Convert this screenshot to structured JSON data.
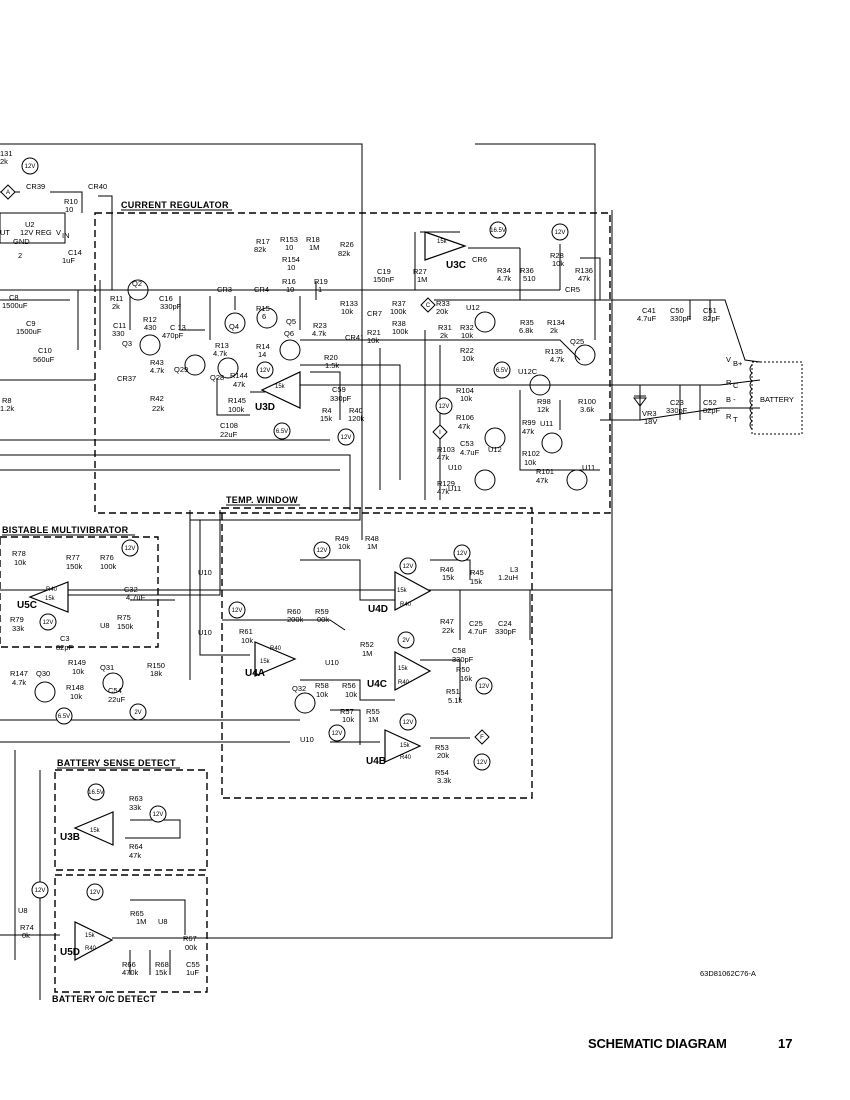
{
  "footer": {
    "title": "SCHEMATIC DIAGRAM",
    "page": "17"
  },
  "drawing_number": "63D81062C76-A",
  "blocks": {
    "current_regulator": "CURRENT REGULATOR",
    "temp_window": "TEMP. WINDOW",
    "bistable": "BISTABLE MULTIVIBRATOR",
    "battery_sense": "BATTERY SENSE DETECT",
    "battery_oc": "BATTERY O/C DETECT",
    "battery": "BATTERY"
  },
  "opamps": {
    "u3c": "U3C",
    "u3d": "U3D",
    "u4a": "U4A",
    "u4b": "U4B",
    "u4c": "U4C",
    "u4d": "U4D",
    "u5c": "U5C",
    "u5d": "U5D",
    "u3b": "U3B"
  },
  "labels": [
    {
      "id": "r131",
      "t": "131"
    },
    {
      "id": "r131v",
      "t": "2k"
    },
    {
      "id": "cr39",
      "t": "CR39"
    },
    {
      "id": "cr40",
      "t": "CR40"
    },
    {
      "id": "r10",
      "t": "R10"
    },
    {
      "id": "r10v",
      "t": "10"
    },
    {
      "id": "u2",
      "t": "U2"
    },
    {
      "id": "u2reg",
      "t": "12V REG"
    },
    {
      "id": "u2out",
      "t": "UT"
    },
    {
      "id": "u2vin",
      "t": "V"
    },
    {
      "id": "u2vin2",
      "t": "IN"
    },
    {
      "id": "u2gnd",
      "t": "GND"
    },
    {
      "id": "u2p2",
      "t": "2"
    },
    {
      "id": "c14",
      "t": "C14"
    },
    {
      "id": "c14v",
      "t": "1uF"
    },
    {
      "id": "q2",
      "t": "Q2"
    },
    {
      "id": "r11",
      "t": "R11"
    },
    {
      "id": "r11v",
      "t": "2k"
    },
    {
      "id": "c16",
      "t": "C16"
    },
    {
      "id": "c16v",
      "t": "330pF"
    },
    {
      "id": "c8",
      "t": "C8"
    },
    {
      "id": "c8v",
      "t": "1500uF"
    },
    {
      "id": "c9",
      "t": "C9"
    },
    {
      "id": "c9v",
      "t": "1500uF"
    },
    {
      "id": "c10",
      "t": "C10"
    },
    {
      "id": "c10v",
      "t": "560uF"
    },
    {
      "id": "r8",
      "t": "R8"
    },
    {
      "id": "r8v",
      "t": "1.2k"
    },
    {
      "id": "c11",
      "t": "C11"
    },
    {
      "id": "c11v",
      "t": "330"
    },
    {
      "id": "r12",
      "t": "R12"
    },
    {
      "id": "r12v",
      "t": "430"
    },
    {
      "id": "c13",
      "t": "C 13"
    },
    {
      "id": "c13v",
      "t": "470pF"
    },
    {
      "id": "q3",
      "t": "Q3"
    },
    {
      "id": "r43",
      "t": "R43"
    },
    {
      "id": "r43v",
      "t": "4.7k"
    },
    {
      "id": "cr37",
      "t": "CR37"
    },
    {
      "id": "q29",
      "t": "Q29"
    },
    {
      "id": "q28",
      "t": "Q28"
    },
    {
      "id": "r42",
      "t": "R42"
    },
    {
      "id": "r42v",
      "t": "22k"
    },
    {
      "id": "cr3",
      "t": "CR3"
    },
    {
      "id": "cr4",
      "t": "CR4"
    },
    {
      "id": "q4",
      "t": "Q4"
    },
    {
      "id": "r15",
      "t": "R15"
    },
    {
      "id": "r15v",
      "t": "6"
    },
    {
      "id": "q5",
      "t": "Q5"
    },
    {
      "id": "q6",
      "t": "Q6"
    },
    {
      "id": "r13",
      "t": "R13"
    },
    {
      "id": "r13v",
      "t": "4.7k"
    },
    {
      "id": "r14",
      "t": "R14"
    },
    {
      "id": "r14v",
      "t": "14"
    },
    {
      "id": "r144",
      "t": "R144"
    },
    {
      "id": "r144v",
      "t": "47k"
    },
    {
      "id": "r145",
      "t": "R145"
    },
    {
      "id": "r145v",
      "t": "100k"
    },
    {
      "id": "c108",
      "t": "C108"
    },
    {
      "id": "c108v",
      "t": "22uF"
    },
    {
      "id": "r17",
      "t": "R17"
    },
    {
      "id": "r17v",
      "t": "82k"
    },
    {
      "id": "r153",
      "t": "R153"
    },
    {
      "id": "r153v",
      "t": "10"
    },
    {
      "id": "r18",
      "t": "R18"
    },
    {
      "id": "r18v",
      "t": "1M"
    },
    {
      "id": "r154",
      "t": "R154"
    },
    {
      "id": "r154v",
      "t": "10"
    },
    {
      "id": "r16",
      "t": "R16"
    },
    {
      "id": "r16v",
      "t": "10"
    },
    {
      "id": "r19",
      "t": "R19"
    },
    {
      "id": "r19v",
      "t": "1"
    },
    {
      "id": "r26",
      "t": "R26"
    },
    {
      "id": "r26v",
      "t": "82k"
    },
    {
      "id": "c19",
      "t": "C19"
    },
    {
      "id": "c19v",
      "t": "150nF"
    },
    {
      "id": "r27",
      "t": "R27"
    },
    {
      "id": "r27v",
      "t": "1M"
    },
    {
      "id": "cr6",
      "t": "CR6"
    },
    {
      "id": "r23",
      "t": "R23"
    },
    {
      "id": "r23v",
      "t": "4.7k"
    },
    {
      "id": "r133",
      "t": "R133"
    },
    {
      "id": "r133v",
      "t": "10k"
    },
    {
      "id": "cr7",
      "t": "CR7"
    },
    {
      "id": "cr41",
      "t": "CR41"
    },
    {
      "id": "r21",
      "t": "R21"
    },
    {
      "id": "r21v",
      "t": "10k"
    },
    {
      "id": "r37",
      "t": "R37"
    },
    {
      "id": "r37v",
      "t": "100k"
    },
    {
      "id": "r38",
      "t": "R38"
    },
    {
      "id": "r38v",
      "t": "100k"
    },
    {
      "id": "r20",
      "t": "R20"
    },
    {
      "id": "r20v",
      "t": "1.5k"
    },
    {
      "id": "c59",
      "t": "C59"
    },
    {
      "id": "c59v",
      "t": "330pF"
    },
    {
      "id": "r4",
      "t": "R4"
    },
    {
      "id": "r4v",
      "t": "15k"
    },
    {
      "id": "r40",
      "t": "R40"
    },
    {
      "id": "r40v",
      "t": "120k"
    },
    {
      "id": "r33",
      "t": "R33"
    },
    {
      "id": "r33v",
      "t": "20k"
    },
    {
      "id": "r31",
      "t": "R31"
    },
    {
      "id": "r31v",
      "t": "2k"
    },
    {
      "id": "r32",
      "t": "R32"
    },
    {
      "id": "r32v",
      "t": "10k"
    },
    {
      "id": "r22",
      "t": "R22"
    },
    {
      "id": "r22v",
      "t": "10k"
    },
    {
      "id": "r34",
      "t": "R34"
    },
    {
      "id": "r34v",
      "t": "4.7k"
    },
    {
      "id": "r36",
      "t": "R36"
    },
    {
      "id": "r36v",
      "t": "510"
    },
    {
      "id": "r28",
      "t": "R28"
    },
    {
      "id": "r28v",
      "t": "10k"
    },
    {
      "id": "r136",
      "t": "R136"
    },
    {
      "id": "r136v",
      "t": "47k"
    },
    {
      "id": "cr5",
      "t": "CR5"
    },
    {
      "id": "r35",
      "t": "R35"
    },
    {
      "id": "r35v",
      "t": "6.8k"
    },
    {
      "id": "r134",
      "t": "R134"
    },
    {
      "id": "r134v",
      "t": "2k"
    },
    {
      "id": "r135",
      "t": "R135"
    },
    {
      "id": "r135v",
      "t": "4.7k"
    },
    {
      "id": "q25",
      "t": "Q25"
    },
    {
      "id": "u12a",
      "t": "U12"
    },
    {
      "id": "u12c",
      "t": "U12C"
    },
    {
      "id": "u12b",
      "t": "U12"
    },
    {
      "id": "r98",
      "t": "R98"
    },
    {
      "id": "r98v",
      "t": "12k"
    },
    {
      "id": "r100",
      "t": "R100"
    },
    {
      "id": "r100v",
      "t": "3.6k"
    },
    {
      "id": "r104",
      "t": "R104"
    },
    {
      "id": "r104v",
      "t": "10k"
    },
    {
      "id": "r106",
      "t": "R106"
    },
    {
      "id": "r106v",
      "t": "47k"
    },
    {
      "id": "c53",
      "t": "C53"
    },
    {
      "id": "c53v",
      "t": "4.7uF"
    },
    {
      "id": "r99",
      "t": "R99"
    },
    {
      "id": "r99v",
      "t": "47k"
    },
    {
      "id": "u11a",
      "t": "U11"
    },
    {
      "id": "u11b",
      "t": "U11"
    },
    {
      "id": "u11c",
      "t": "U11"
    },
    {
      "id": "r103",
      "t": "R103"
    },
    {
      "id": "r103v",
      "t": "47k"
    },
    {
      "id": "u10a",
      "t": "U10"
    },
    {
      "id": "r102",
      "t": "R102"
    },
    {
      "id": "r102v",
      "t": "10k"
    },
    {
      "id": "r101",
      "t": "R101"
    },
    {
      "id": "r101v",
      "t": "47k"
    },
    {
      "id": "r129",
      "t": "R129"
    },
    {
      "id": "r129v",
      "t": "47k"
    },
    {
      "id": "c41",
      "t": "C41"
    },
    {
      "id": "c41v",
      "t": "4.7uF"
    },
    {
      "id": "c50",
      "t": "C50"
    },
    {
      "id": "c50v",
      "t": "330pF"
    },
    {
      "id": "c51",
      "t": "C51"
    },
    {
      "id": "c51v",
      "t": "82pF"
    },
    {
      "id": "vr3",
      "t": "VR3"
    },
    {
      "id": "vr3v",
      "t": "18V"
    },
    {
      "id": "c23",
      "t": "C23"
    },
    {
      "id": "c23v",
      "t": "330pF"
    },
    {
      "id": "c52",
      "t": "C52"
    },
    {
      "id": "c52v",
      "t": "82pF"
    },
    {
      "id": "vb",
      "t": "V"
    },
    {
      "id": "vbs",
      "t": "B+"
    },
    {
      "id": "rc",
      "t": "R"
    },
    {
      "id": "rcs",
      "t": "C"
    },
    {
      "id": "bm",
      "t": "B -"
    },
    {
      "id": "rt",
      "t": "R"
    },
    {
      "id": "rts",
      "t": "T"
    },
    {
      "id": "r78",
      "t": "R78"
    },
    {
      "id": "r78v",
      "t": "10k"
    },
    {
      "id": "r77",
      "t": "R77"
    },
    {
      "id": "r77v",
      "t": "150k"
    },
    {
      "id": "r76",
      "t": "R76"
    },
    {
      "id": "r76v",
      "t": "100k"
    },
    {
      "id": "c32",
      "t": "C32"
    },
    {
      "id": "c32v",
      "t": "4.7uF"
    },
    {
      "id": "r79",
      "t": "R79"
    },
    {
      "id": "r79v",
      "t": "33k"
    },
    {
      "id": "r75",
      "t": "R75"
    },
    {
      "id": "r75v",
      "t": "150k"
    },
    {
      "id": "c3",
      "t": "C3"
    },
    {
      "id": "c3v",
      "t": "82pF"
    },
    {
      "id": "u8a",
      "t": "U8"
    },
    {
      "id": "r147",
      "t": "R147"
    },
    {
      "id": "r147v",
      "t": "4.7k"
    },
    {
      "id": "q30",
      "t": "Q30"
    },
    {
      "id": "r149",
      "t": "R149"
    },
    {
      "id": "r149v",
      "t": "10k"
    },
    {
      "id": "r148",
      "t": "R148"
    },
    {
      "id": "r148v",
      "t": "10k"
    },
    {
      "id": "c54",
      "t": "C54"
    },
    {
      "id": "c54v",
      "t": "22uF"
    },
    {
      "id": "q31",
      "t": "Q31"
    },
    {
      "id": "r150",
      "t": "R150"
    },
    {
      "id": "r150v",
      "t": "18k"
    },
    {
      "id": "u10b",
      "t": "U10"
    },
    {
      "id": "u10c",
      "t": "U10"
    },
    {
      "id": "u10d",
      "t": "U10"
    },
    {
      "id": "u10e",
      "t": "U10"
    },
    {
      "id": "r49",
      "t": "R49"
    },
    {
      "id": "r49v",
      "t": "10k"
    },
    {
      "id": "r48",
      "t": "R48"
    },
    {
      "id": "r48v",
      "t": "1M"
    },
    {
      "id": "r46",
      "t": "R46"
    },
    {
      "id": "r46v",
      "t": "15k"
    },
    {
      "id": "r45",
      "t": "R45"
    },
    {
      "id": "r45v",
      "t": "15k"
    },
    {
      "id": "l3",
      "t": "L3"
    },
    {
      "id": "l3v",
      "t": "1.2uH"
    },
    {
      "id": "r60",
      "t": "R60"
    },
    {
      "id": "r60v",
      "t": "200k"
    },
    {
      "id": "r59",
      "t": "R59"
    },
    {
      "id": "r59v",
      "t": "00k"
    },
    {
      "id": "r61",
      "t": "R61"
    },
    {
      "id": "r61v",
      "t": "10k"
    },
    {
      "id": "r47",
      "t": "R47"
    },
    {
      "id": "r47v",
      "t": "22k"
    },
    {
      "id": "c25",
      "t": "C25"
    },
    {
      "id": "c25v",
      "t": "4.7uF"
    },
    {
      "id": "c24",
      "t": "C24"
    },
    {
      "id": "c24v",
      "t": "330pF"
    },
    {
      "id": "r52",
      "t": "R52"
    },
    {
      "id": "r52v",
      "t": "1M"
    },
    {
      "id": "c58",
      "t": "C58"
    },
    {
      "id": "c58v",
      "t": "330pF"
    },
    {
      "id": "r50",
      "t": "R50"
    },
    {
      "id": "r50v",
      "t": "16k"
    },
    {
      "id": "r51",
      "t": "R51"
    },
    {
      "id": "r51v",
      "t": "5.1k"
    },
    {
      "id": "q32",
      "t": "Q32"
    },
    {
      "id": "r58",
      "t": "R58"
    },
    {
      "id": "r58v",
      "t": "10k"
    },
    {
      "id": "r56",
      "t": "R56"
    },
    {
      "id": "r56v",
      "t": "10k"
    },
    {
      "id": "r57",
      "t": "R57"
    },
    {
      "id": "r57v",
      "t": "10k"
    },
    {
      "id": "r55",
      "t": "R55"
    },
    {
      "id": "r55v",
      "t": "1M"
    },
    {
      "id": "r53",
      "t": "R53"
    },
    {
      "id": "r53v",
      "t": "20k"
    },
    {
      "id": "r54",
      "t": "R54"
    },
    {
      "id": "r54v",
      "t": "3.3k"
    },
    {
      "id": "r63",
      "t": "R63"
    },
    {
      "id": "r63v",
      "t": "33k"
    },
    {
      "id": "r64",
      "t": "R64"
    },
    {
      "id": "r64v",
      "t": "47k"
    },
    {
      "id": "r74",
      "t": "R74"
    },
    {
      "id": "r74v",
      "t": "0k"
    },
    {
      "id": "u8b",
      "t": "U8"
    },
    {
      "id": "u8c",
      "t": "U8"
    },
    {
      "id": "r65",
      "t": "R65"
    },
    {
      "id": "r65v",
      "t": "1M"
    },
    {
      "id": "r67",
      "t": "R67"
    },
    {
      "id": "r67v",
      "t": "00k"
    },
    {
      "id": "r66",
      "t": "R66"
    },
    {
      "id": "r66v",
      "t": "470k"
    },
    {
      "id": "r68",
      "t": "R68"
    },
    {
      "id": "r68v",
      "t": "15k"
    },
    {
      "id": "c55",
      "t": "C55"
    },
    {
      "id": "c55v",
      "t": "1uF"
    },
    {
      "id": "p_vplus",
      "t": "V+"
    },
    {
      "id": "p_gnd",
      "t": "GND"
    }
  ],
  "power_labels": [
    "12V",
    "6.5V",
    "16.5V",
    "2V"
  ],
  "signal_flags": [
    "A",
    "C",
    "I",
    "F"
  ]
}
